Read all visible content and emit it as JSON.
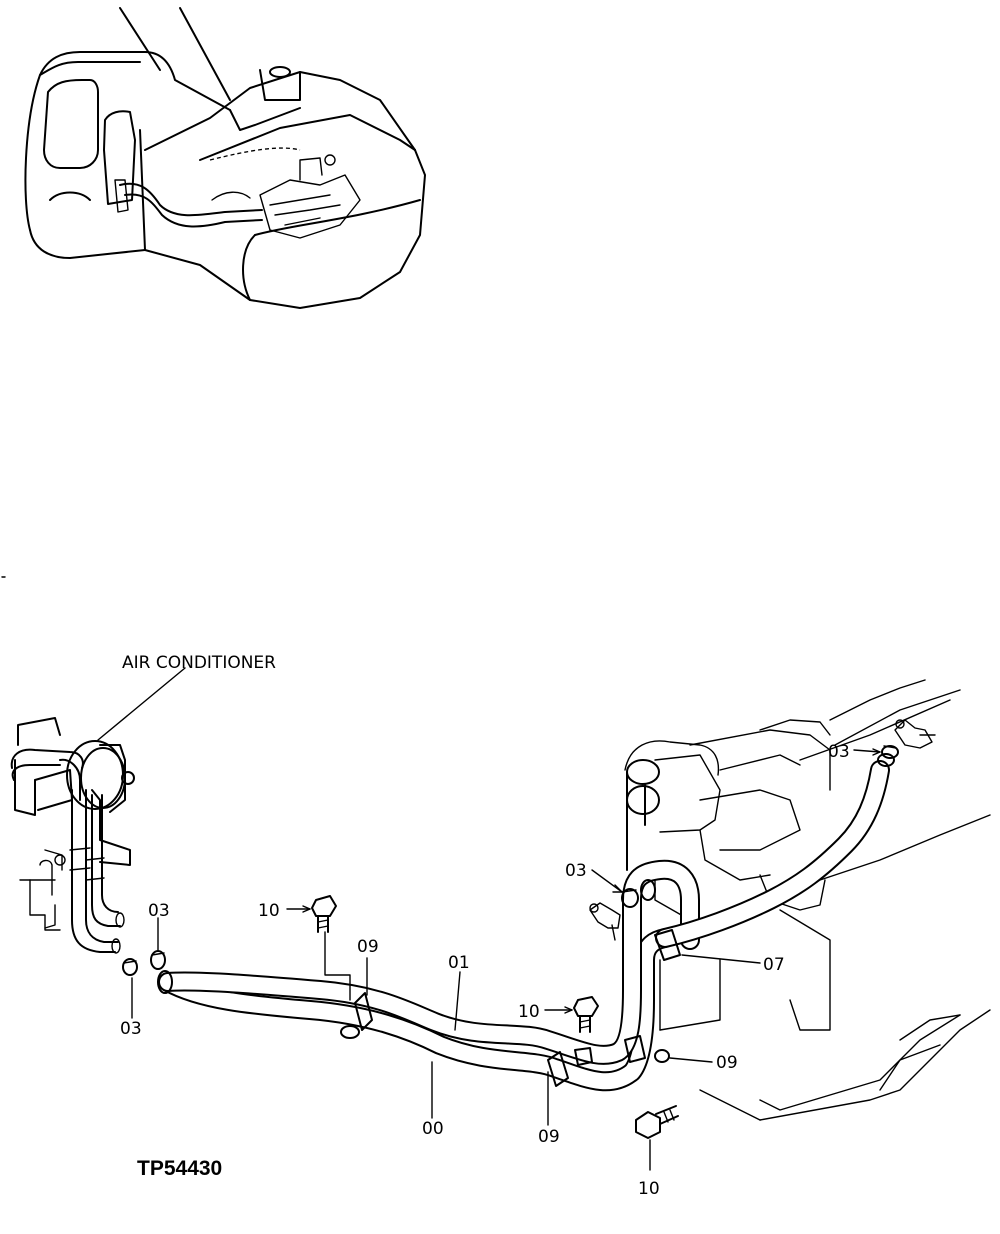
{
  "drawing_id": "TP54430",
  "component_label": "AIR CONDITIONER",
  "callouts": {
    "c00": "00",
    "c01": "01",
    "c03_a": "03",
    "c03_b": "03",
    "c03_c": "03",
    "c03_d": "03",
    "c07": "07",
    "c09_a": "09",
    "c09_b": "09",
    "c09_c": "09",
    "c10_a": "10",
    "c10_b": "10",
    "c10_c": "10"
  }
}
